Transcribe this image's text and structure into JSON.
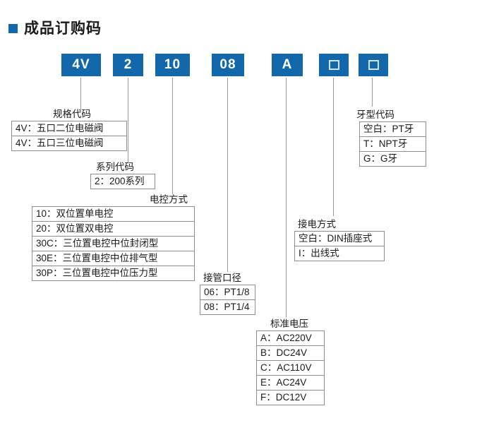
{
  "header": {
    "title": "成品订购码",
    "bullet_icon": "square-bullet-icon",
    "accent_color": "#1368ab"
  },
  "code_boxes": [
    {
      "name": "spec-code",
      "value": "4V",
      "blank": false
    },
    {
      "name": "series-code",
      "value": "2",
      "blank": false
    },
    {
      "name": "control-code",
      "value": "10",
      "blank": false
    },
    {
      "name": "port-code",
      "value": "08",
      "blank": false
    },
    {
      "name": "voltage-code",
      "value": "A",
      "blank": false
    },
    {
      "name": "wiring-code",
      "value": "",
      "blank": true
    },
    {
      "name": "thread-code",
      "value": "",
      "blank": true
    }
  ],
  "groups": {
    "spec": {
      "title": "规格代码",
      "rows": [
        "4V：五口二位电磁阀",
        "4V：五口三位电磁阀"
      ]
    },
    "series": {
      "title": "系列代码",
      "rows": [
        "2：200系列"
      ]
    },
    "control": {
      "title": "电控方式",
      "rows": [
        "10：双位置单电控",
        "20：双位置双电控",
        "30C：三位置电控中位封闭型",
        "30E：三位置电控中位排气型",
        "30P：三位置电控中位压力型"
      ]
    },
    "port": {
      "title": "接管口径",
      "rows": [
        "06：PT1/8",
        "08：PT1/4"
      ]
    },
    "voltage": {
      "title": "标准电压",
      "rows": [
        "A：AC220V",
        "B：DC24V",
        "C：AC110V",
        "E：AC24V",
        "F：DC12V"
      ]
    },
    "wiring": {
      "title": "接电方式",
      "rows": [
        "空白：DIN插座式",
        "I：出线式"
      ]
    },
    "thread": {
      "title": "牙型代码",
      "rows": [
        "空白：PT牙",
        "T：NPT牙",
        "G：G牙"
      ]
    }
  }
}
